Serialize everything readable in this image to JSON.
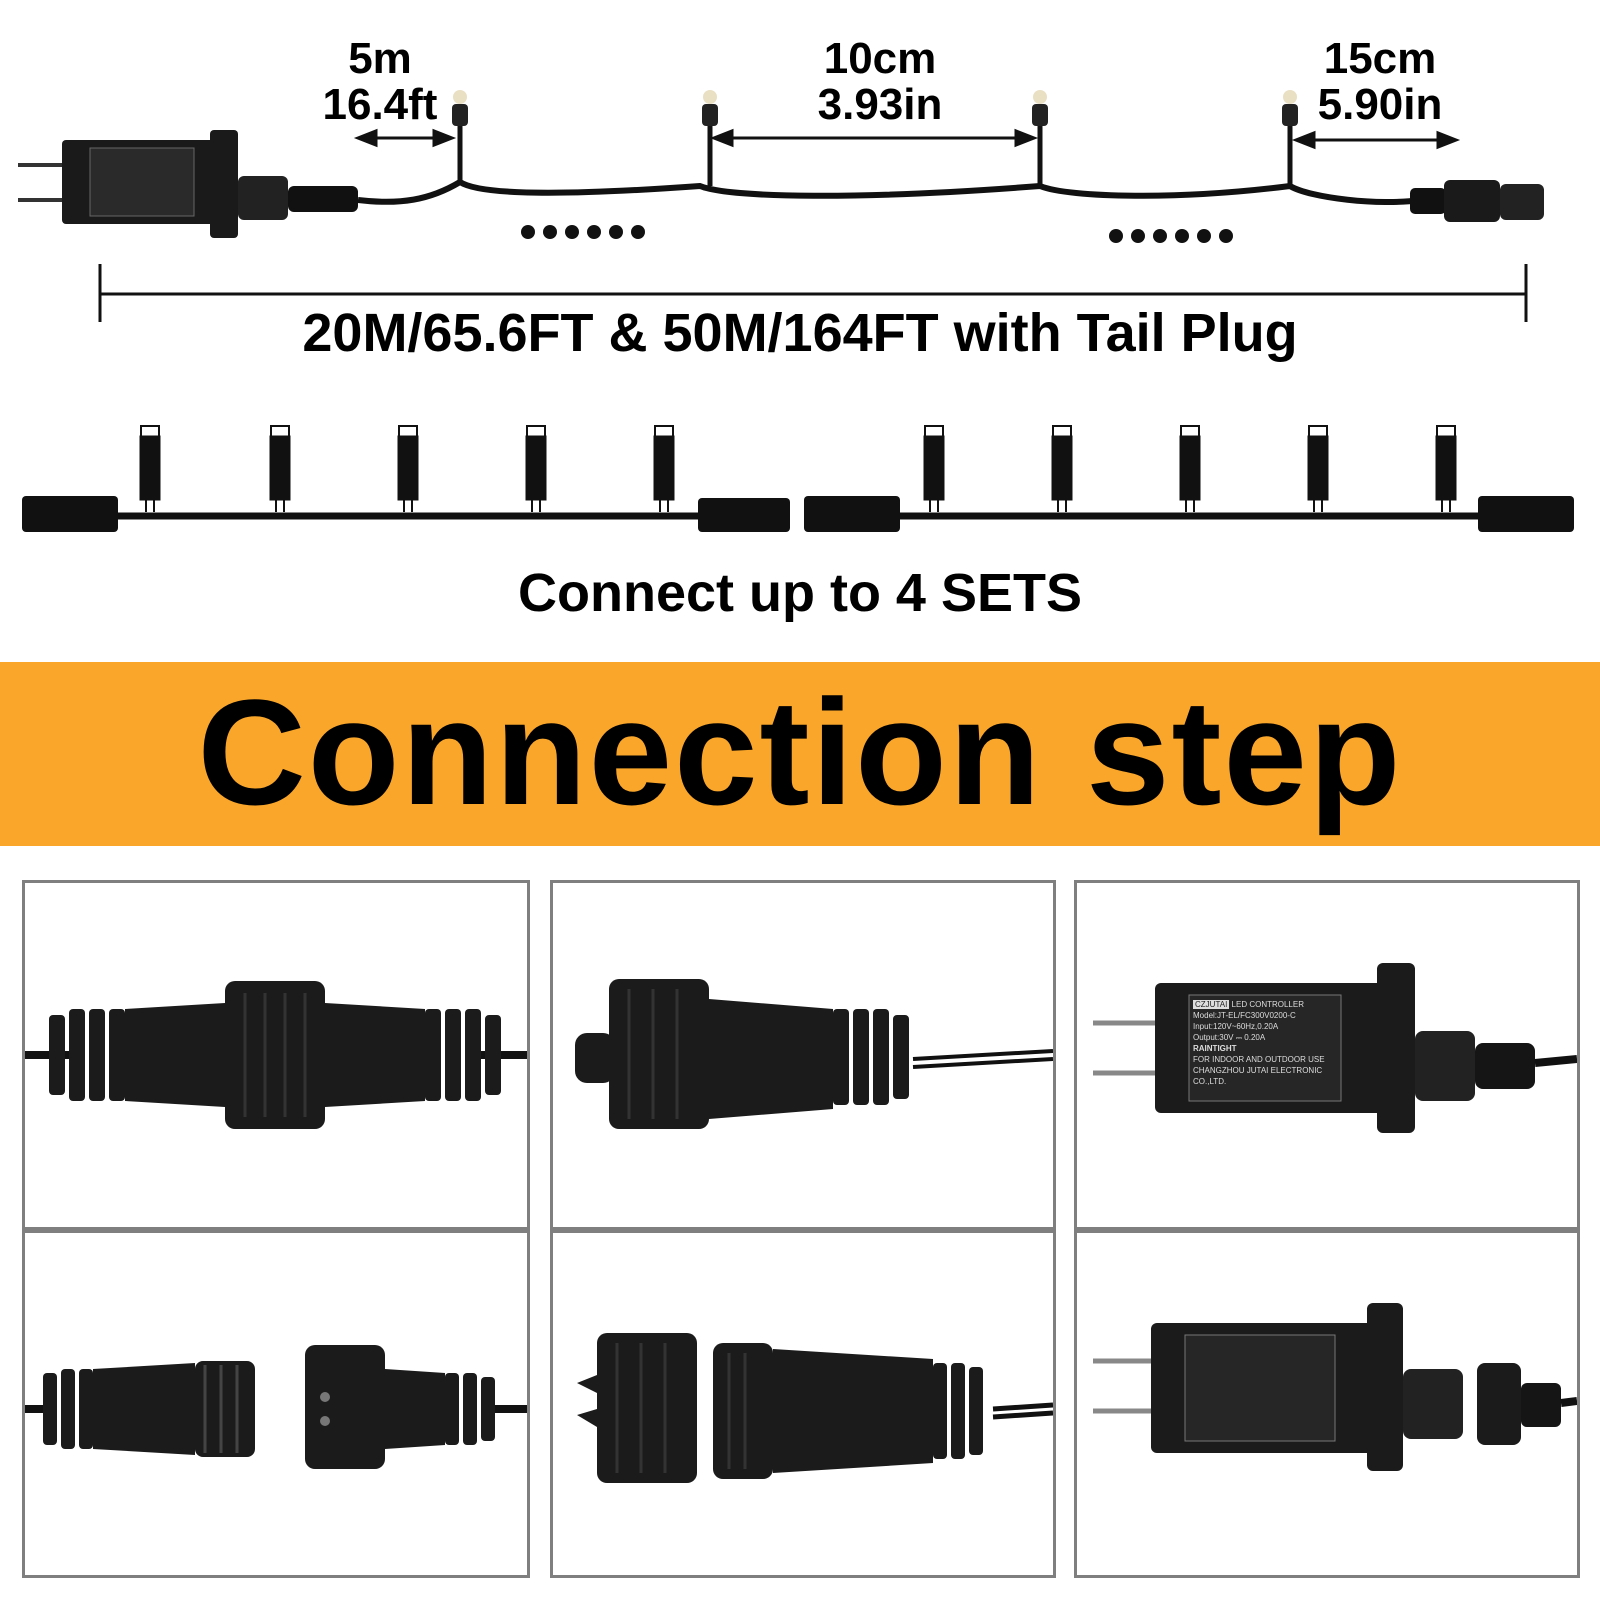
{
  "top_diagram": {
    "first_spacing": {
      "metric": "5m",
      "imperial": "16.4ft"
    },
    "bulb_spacing": {
      "metric": "10cm",
      "imperial": "3.93in"
    },
    "tail_spacing": {
      "metric": "15cm",
      "imperial": "5.90in"
    },
    "total_length_label": "20M/65.6FT & 50M/164FT with Tail Plug",
    "connect_label": "Connect up to 4 SETS"
  },
  "banner": {
    "title": "Connection step",
    "color": "#f9a62a"
  },
  "adapter_label": {
    "brand": "CZJUTAI",
    "line1": "LED CONTROLLER",
    "line2": "Model:JT-EL/FC300V0200-C",
    "line3": "Input:120V~60Hz,0.20A",
    "line4": "Output:30V ⎓ 0.20A",
    "line5": "RAINTIGHT",
    "line6": "FOR INDOOR AND OUTDOOR USE",
    "line7": "CHANGZHOU JUTAI ELECTRONIC CO.,LTD."
  },
  "panels": [
    {
      "name": "connector-joined"
    },
    {
      "name": "connector-capped"
    },
    {
      "name": "adapter-plugged"
    },
    {
      "name": "connectors-separated"
    },
    {
      "name": "cap-removed"
    },
    {
      "name": "adapter-unplugged"
    }
  ]
}
